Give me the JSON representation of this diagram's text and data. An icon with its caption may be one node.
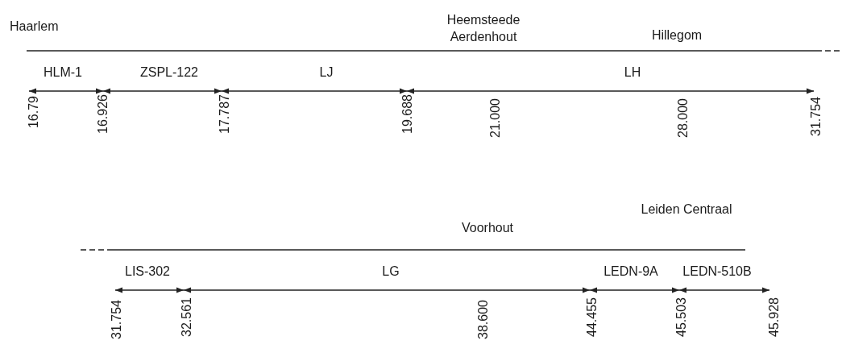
{
  "diagram": {
    "labels": [
      "Haarlem",
      "Heemsteede Aerdenhout",
      "Hillegom",
      "HLM-1",
      "ZSPL-122",
      "LJ",
      "LH",
      "16.79",
      "16.926",
      "17.787",
      "19.688",
      "21.000",
      "28.000",
      "31.754",
      "Voorhout",
      "Leiden Centraal",
      "LIS-302",
      "LG",
      "LEDN-9A",
      "LEDN-510B",
      "31.754",
      "32.561",
      "38.600",
      "44.455",
      "45.503",
      "45.928"
    ]
  }
}
